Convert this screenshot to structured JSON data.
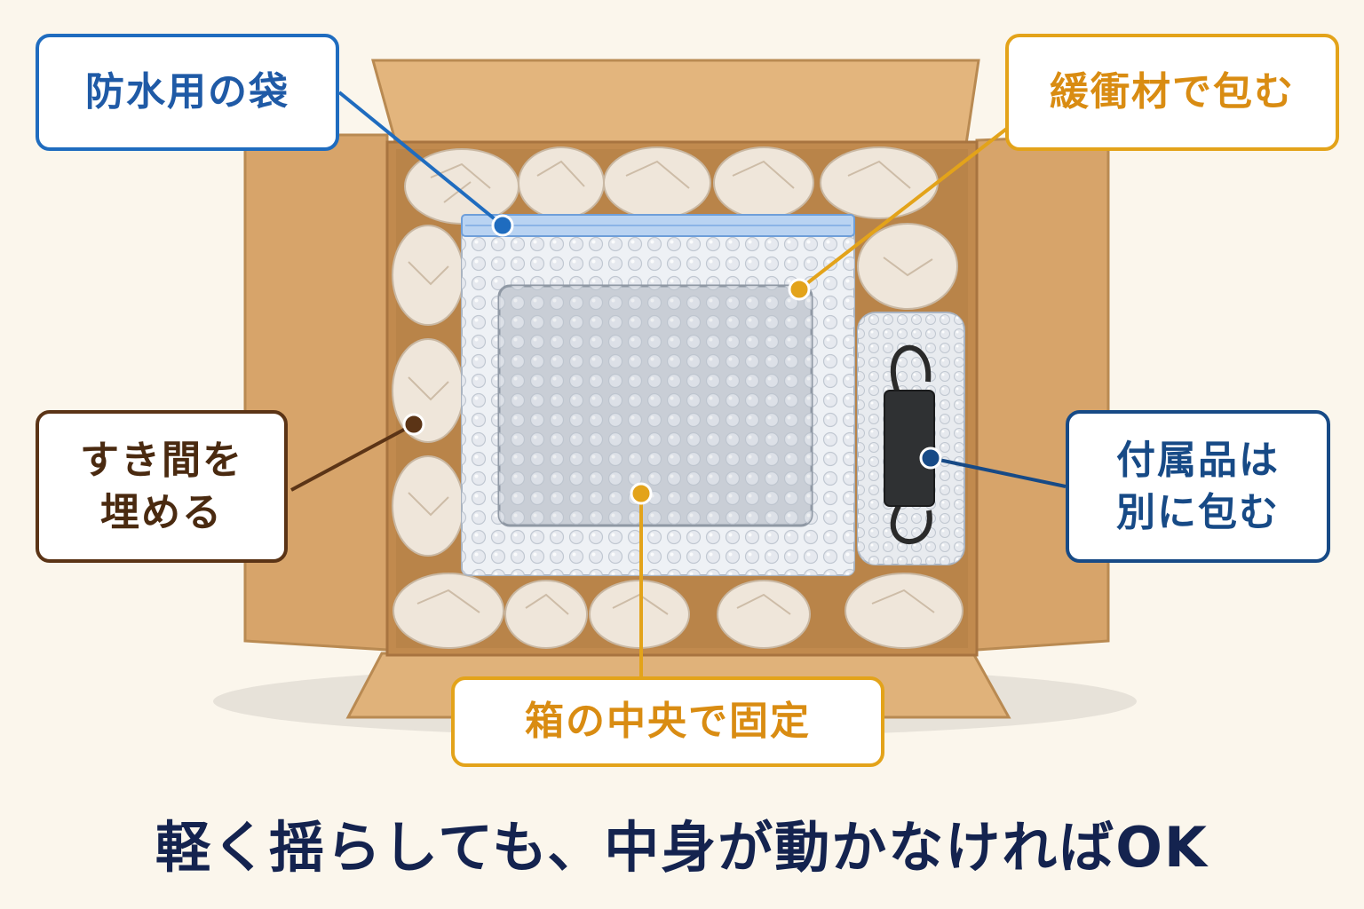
{
  "colors": {
    "blue": "#1f6cbf",
    "dark_blue": "#174a86",
    "orange": "#e3a31a",
    "brown": "#5b3416",
    "navy": "#14234f",
    "cardboard": "#d7a76b"
  },
  "labels": {
    "waterproof_bag": "防水用の袋",
    "cushion_wrap": "緩衝材で包む",
    "fill_gaps": "すき間を\n埋める",
    "accessories": "付属品は\n別に包む",
    "center_fix": "箱の中央で固定"
  },
  "caption": "軽く揺らしても、中身が動かなければOK",
  "icons": {
    "box": "open-cardboard-box-icon",
    "paper": "crumpled-paper-icon",
    "bag": "zip-bag-icon",
    "laptop": "bubble-wrapped-laptop-icon",
    "adapter": "power-adapter-icon"
  }
}
